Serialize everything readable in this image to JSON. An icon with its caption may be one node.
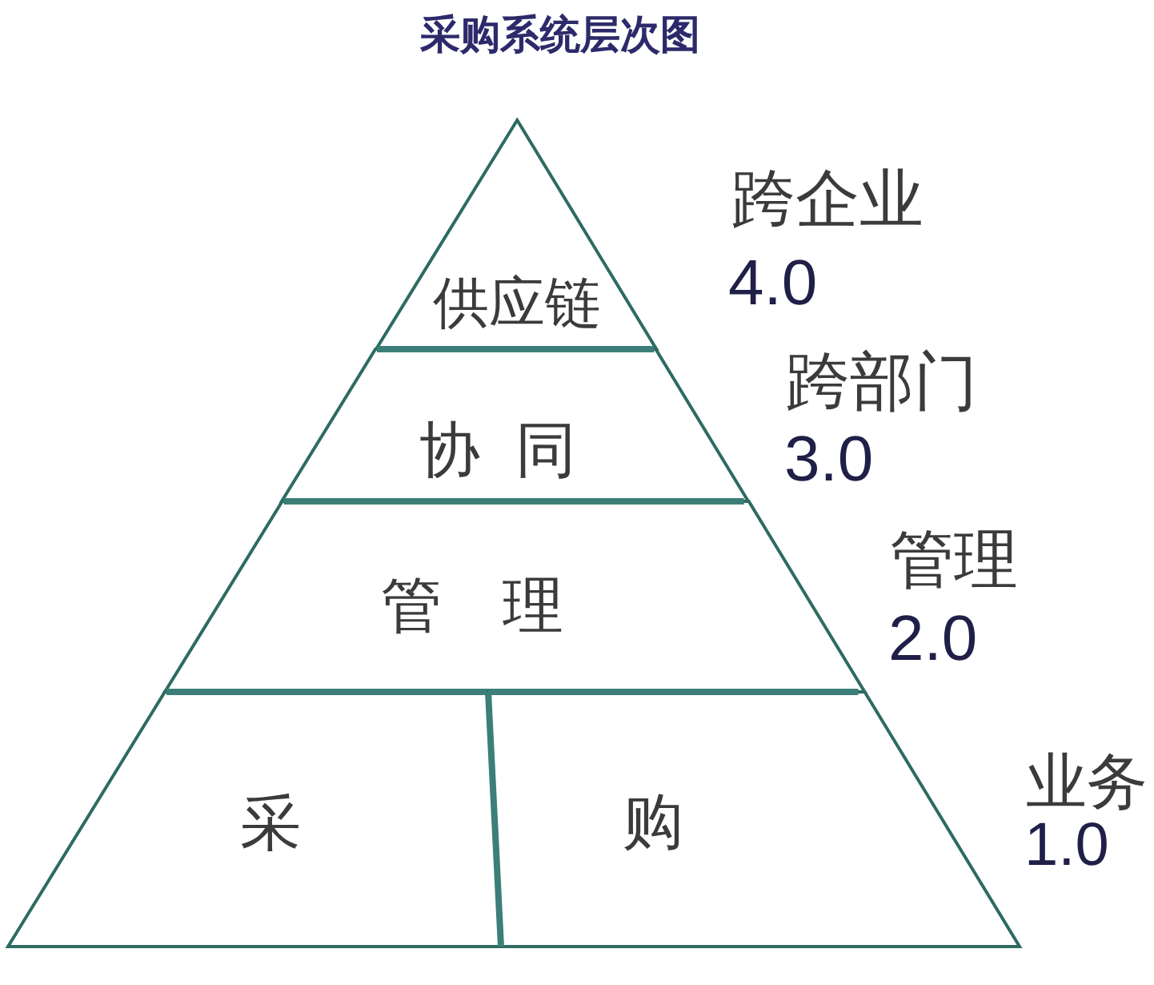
{
  "diagram": {
    "title": "采购系统层次图",
    "nodes": [
      {
        "text": [
          "供应链"
        ]
      },
      {
        "text": [
          "协同"
        ]
      },
      {
        "text": [
          "管理"
        ]
      },
      {
        "text": [
          "采"
        ]
      },
      {
        "text": [
          "购"
        ]
      }
    ],
    "labels": [
      "跨企业",
      "4.0",
      "跨部门",
      "3.0",
      "管理",
      "2.0",
      "业务",
      "1.0"
    ]
  }
}
